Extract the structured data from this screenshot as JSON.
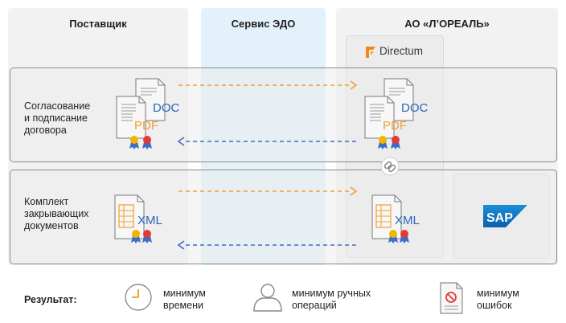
{
  "columns": {
    "supplier": "Поставщик",
    "edo": "Сервис ЭДО",
    "loreal": "АО «Л’ОРЕАЛЬ»"
  },
  "rows": {
    "contract": {
      "line1": "Согласование",
      "line2": "и подписание",
      "line3": "договора"
    },
    "closing": {
      "line1": "Комплект",
      "line2": "закрывающих",
      "line3": "документов"
    }
  },
  "documents": {
    "doc": "DOC",
    "pdf": "PDF",
    "xml": "XML"
  },
  "systems": {
    "directum": "Directum",
    "sap": "SAP"
  },
  "result": {
    "title": "Результат:",
    "time": {
      "line1": "минимум",
      "line2": "времени"
    },
    "manual": {
      "line1": "минимум ручных",
      "line2": "операций"
    },
    "errors": {
      "line1": "минимум",
      "line2": "ошибок"
    }
  },
  "colors": {
    "orange_arrow": "#f0a030",
    "blue_arrow": "#3b6ec9",
    "edo_column": "#e3f1fb",
    "doc_text": "#2a66b8",
    "pdf_text": "#f0a030"
  }
}
